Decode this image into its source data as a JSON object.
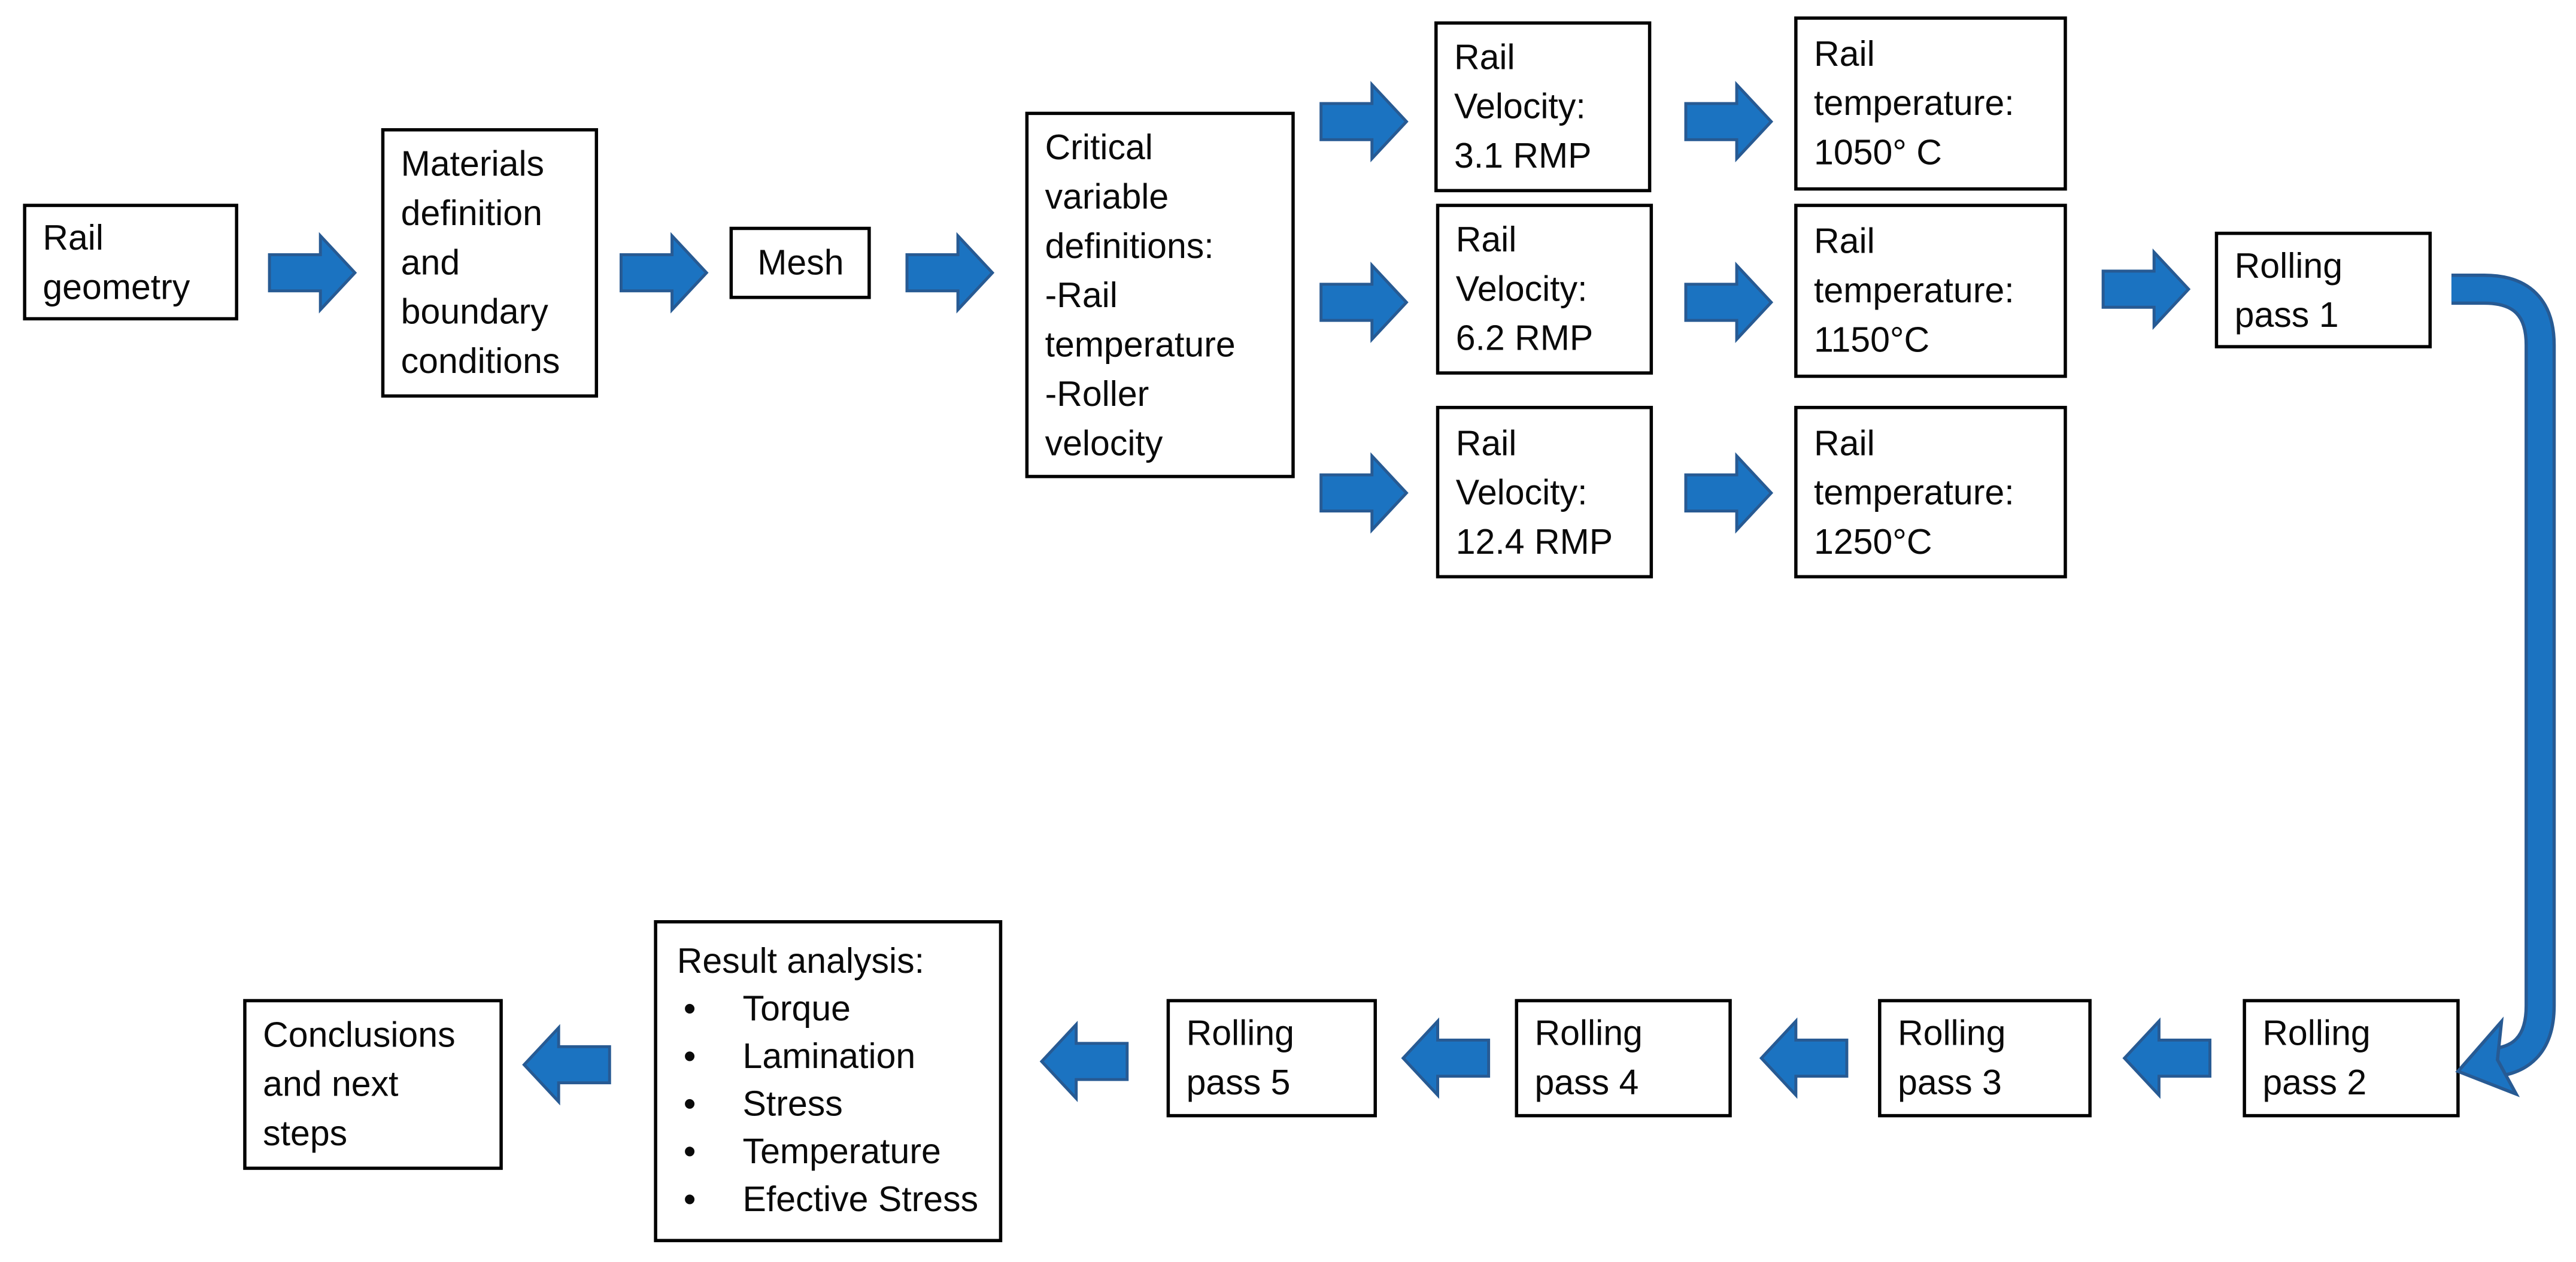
{
  "colors": {
    "arrow_fill": "#1b73c1",
    "arrow_outline": "#275a93",
    "box_border": "#000000",
    "text_color": "#0a0a0a",
    "canvas_bg": "#ffffff"
  },
  "glyphs": {
    "bullet": "•"
  },
  "icons": {
    "flow_arrow_right": "block-arrow-right",
    "flow_arrow_left": "block-arrow-left",
    "elbow_connector": "curved-down-arrow"
  },
  "nodes": {
    "rail_geometry": {
      "label": "Rail\ngeometry"
    },
    "materials": {
      "label": "Materials\ndefinition\nand\nboundary\nconditions"
    },
    "mesh": {
      "label": "Mesh"
    },
    "critical_variables": {
      "label": "Critical\nvariable\ndefinitions:\n-Rail\ntemperature\n-Roller\nvelocity"
    },
    "velocity_1": {
      "label": "Rail\nVelocity:\n3.1 RMP"
    },
    "velocity_2": {
      "label": "Rail\nVelocity:\n6.2 RMP"
    },
    "velocity_3": {
      "label": "Rail\nVelocity:\n12.4 RMP"
    },
    "temperature_1": {
      "label": "Rail\ntemperature:\n1050° C"
    },
    "temperature_2": {
      "label": "Rail\ntemperature:\n1150°C"
    },
    "temperature_3": {
      "label": "Rail\ntemperature:\n1250°C"
    },
    "rolling_pass_1": {
      "label": "Rolling\npass 1"
    },
    "rolling_pass_2": {
      "label": "Rolling\npass 2"
    },
    "rolling_pass_3": {
      "label": "Rolling\npass 3"
    },
    "rolling_pass_4": {
      "label": "Rolling\npass 4"
    },
    "rolling_pass_5": {
      "label": "Rolling\npass 5"
    },
    "result_analysis": {
      "title": "Result analysis:",
      "items": [
        "Torque",
        "Lamination",
        "Stress",
        "Temperature",
        "Efective Stress"
      ]
    },
    "conclusions": {
      "label": "Conclusions\nand next\nsteps"
    }
  }
}
